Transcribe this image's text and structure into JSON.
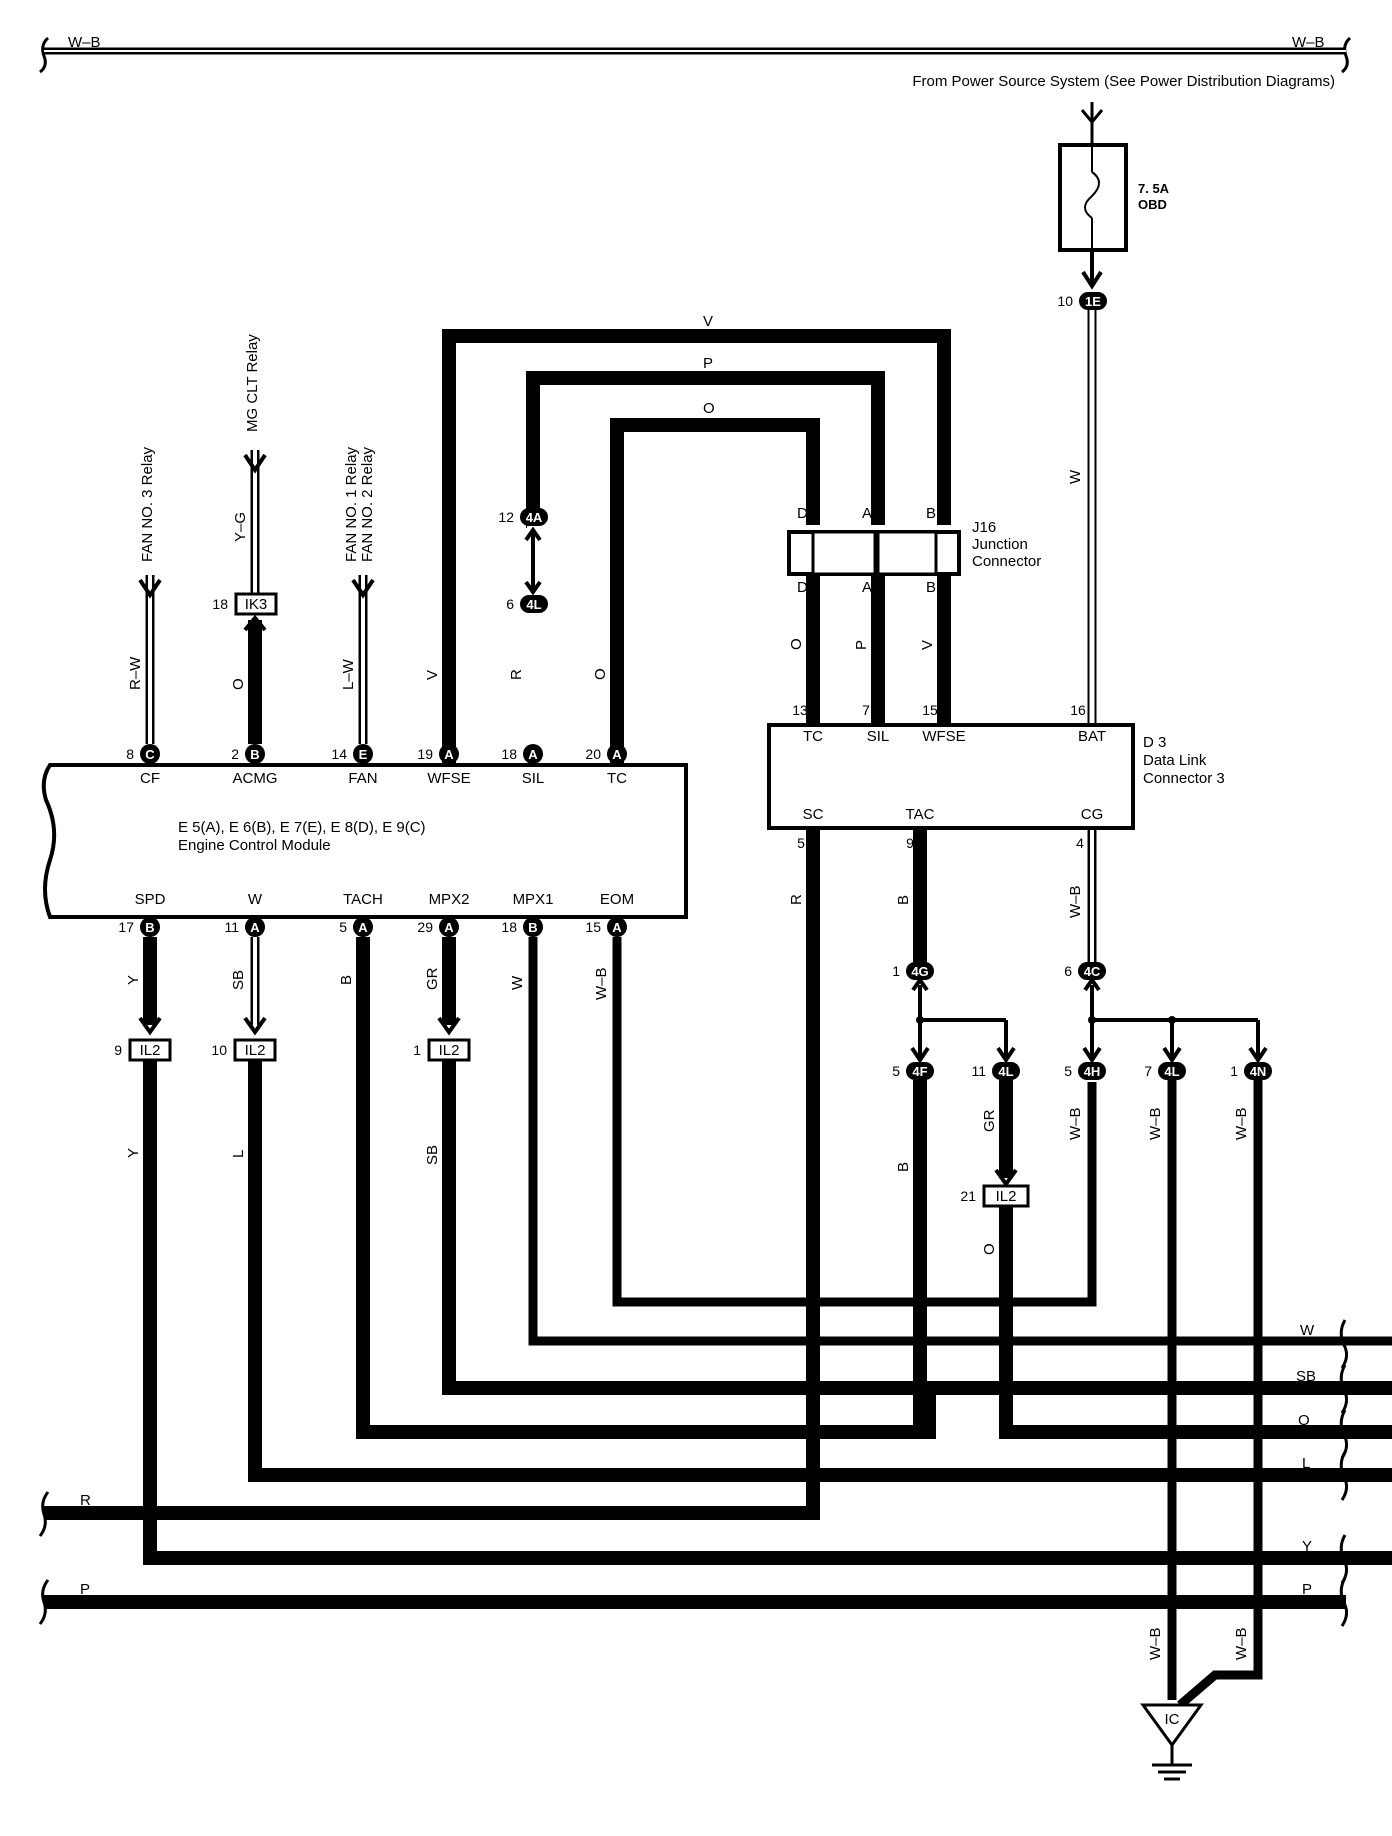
{
  "top_bus": {
    "left_label": "W–B",
    "right_label": "W–B"
  },
  "power_source": "From Power Source System (See Power Distribution Diagrams)",
  "fuse": {
    "rating": "7. 5A",
    "name": "OBD"
  },
  "fuse_out": {
    "pin": "10",
    "code": "1E"
  },
  "relays": {
    "fan3": "FAN NO. 3 Relay",
    "mgclt": "MG CLT Relay",
    "fan1": "FAN NO. 1 Relay",
    "fan2": "FAN NO. 2 Relay"
  },
  "ik3": {
    "pin": "18",
    "code": "IK3"
  },
  "ecm": {
    "title_line1": "E 5(A), E 6(B), E 7(E), E 8(D), E 9(C)",
    "title_line2": "Engine Control Module",
    "top_pins": [
      {
        "name": "CF",
        "num": "8",
        "conn": "C",
        "wire": "R–W"
      },
      {
        "name": "ACMG",
        "num": "2",
        "conn": "B",
        "wire": "O"
      },
      {
        "name": "FAN",
        "num": "14",
        "conn": "E",
        "wire": "L–W"
      },
      {
        "name": "WFSE",
        "num": "19",
        "conn": "A",
        "wire": "V"
      },
      {
        "name": "SIL",
        "num": "18",
        "conn": "A",
        "wire": "R"
      },
      {
        "name": "TC",
        "num": "20",
        "conn": "A",
        "wire": "O"
      }
    ],
    "bottom_pins": [
      {
        "name": "SPD",
        "num": "17",
        "conn": "B",
        "wire": "Y"
      },
      {
        "name": "W",
        "num": "11",
        "conn": "A",
        "wire": "SB"
      },
      {
        "name": "TACH",
        "num": "5",
        "conn": "A",
        "wire": "B"
      },
      {
        "name": "MPX2",
        "num": "29",
        "conn": "A",
        "wire": "GR"
      },
      {
        "name": "MPX1",
        "num": "18",
        "conn": "B",
        "wire": "W"
      },
      {
        "name": "EOM",
        "num": "15",
        "conn": "A",
        "wire": "W–B"
      }
    ]
  },
  "loop_wires": {
    "v": "V",
    "p": "P",
    "o": "O"
  },
  "jc_4a": {
    "pin": "12",
    "code": "4A"
  },
  "jc_4l_upper": {
    "pin": "6",
    "code": "4L"
  },
  "j16": {
    "pins_top": [
      "D",
      "A",
      "B"
    ],
    "pins_bottom": [
      "D",
      "A",
      "B"
    ],
    "name_line1": "J16",
    "name_line2": "Junction",
    "name_line3": "Connector",
    "wires_below": [
      "O",
      "P",
      "V"
    ]
  },
  "dlc3": {
    "name_line1": "D 3",
    "name_line2": "Data Link",
    "name_line3": "Connector 3",
    "top_pins": [
      {
        "num": "13",
        "name": "TC"
      },
      {
        "num": "7",
        "name": "SIL"
      },
      {
        "num": "15",
        "name": "WFSE"
      },
      {
        "num": "16",
        "name": "BAT"
      }
    ],
    "bottom_pins": [
      {
        "num": "5",
        "name": "SC"
      },
      {
        "num": "9",
        "name": "TAC"
      },
      {
        "num": "4",
        "name": "CG"
      }
    ],
    "wire_bat": "W",
    "wire_sc": "R",
    "wire_tac": "B",
    "wire_cg": "W–B"
  },
  "il2_row": [
    {
      "pin": "9",
      "code": "IL2",
      "wire_out": "Y"
    },
    {
      "pin": "10",
      "code": "IL2",
      "wire_out": "L"
    },
    {
      "pin": "1",
      "code": "IL2",
      "wire_out": "SB"
    }
  ],
  "jc_4g": {
    "pin": "1",
    "code": "4G"
  },
  "jc_4c": {
    "pin": "6",
    "code": "4C"
  },
  "jc_4f": {
    "pin": "5",
    "code": "4F",
    "wire": "B"
  },
  "jc_4l_lower": {
    "pin": "11",
    "code": "4L",
    "wire": "GR"
  },
  "il2_21": {
    "pin": "21",
    "code": "IL2",
    "wire": "O"
  },
  "jc_4h": {
    "pin": "5",
    "code": "4H",
    "wire": "W–B"
  },
  "jc_4l_gnd": {
    "pin": "7",
    "code": "4L",
    "wire": "W–B"
  },
  "jc_4n": {
    "pin": "1",
    "code": "4N",
    "wire": "W–B"
  },
  "gnd_wires": {
    "left": "W–B",
    "right": "W–B"
  },
  "ground": {
    "code": "IC"
  },
  "bus_right": {
    "w": "W",
    "sb": "SB",
    "o": "O",
    "l": "L",
    "y": "Y",
    "p": "P"
  },
  "bus_left": {
    "r": "R",
    "p": "P"
  }
}
